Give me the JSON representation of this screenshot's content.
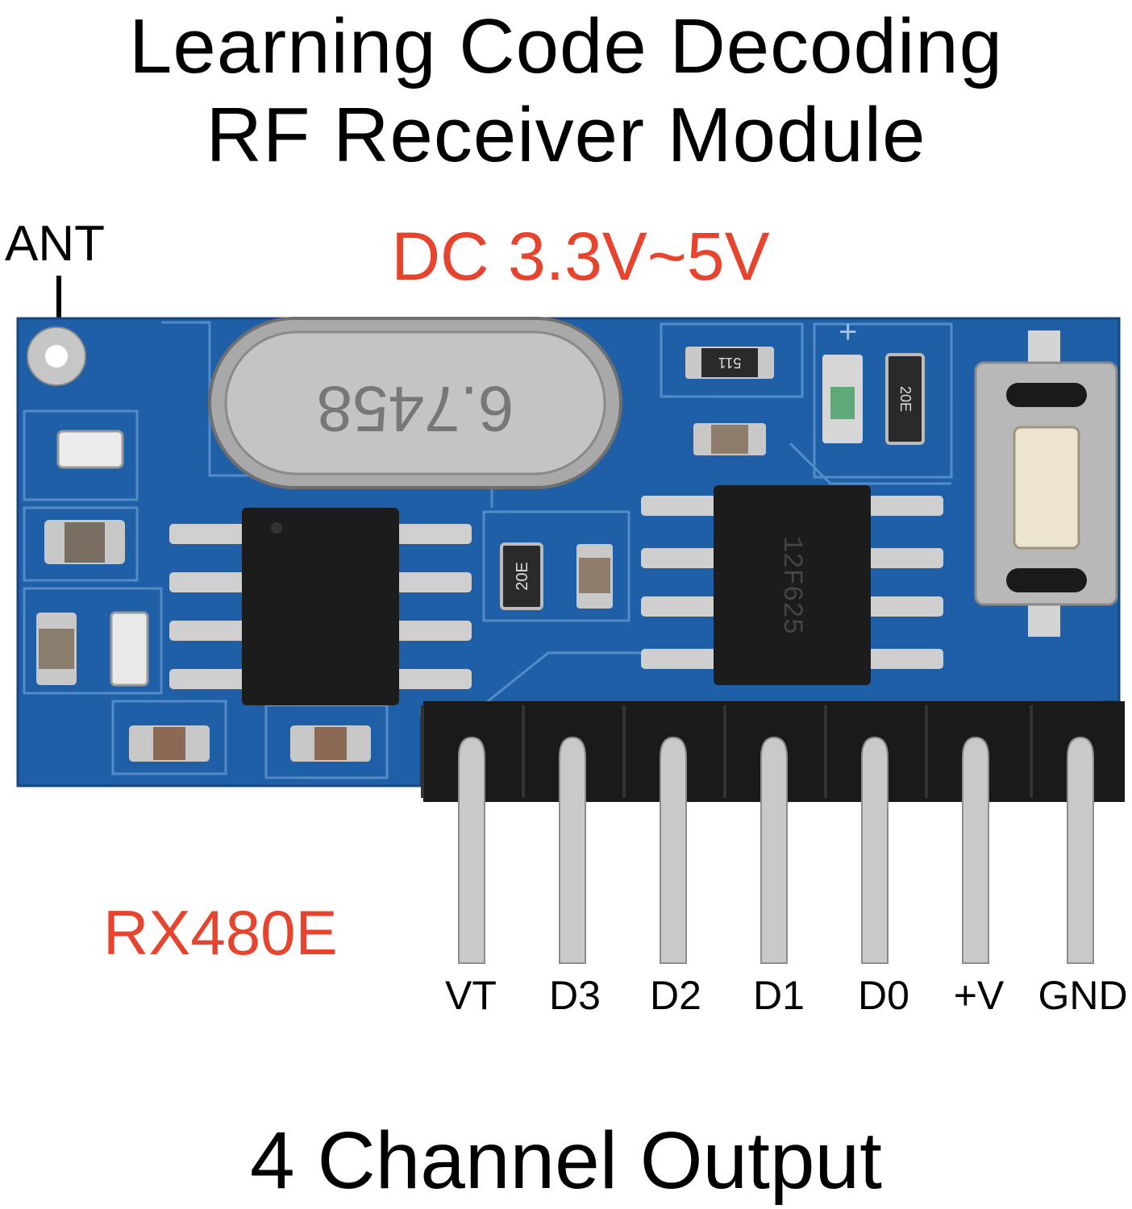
{
  "title": {
    "line1": "Learning Code Decoding",
    "line2": "RF Receiver Module"
  },
  "voltage": "DC 3.3V~5V",
  "antenna_label": "ANT",
  "model": "RX480E",
  "crystal_marking": "6.7458",
  "chip_marking": "12F625",
  "resistor_markings": [
    "511",
    "20E",
    "20E"
  ],
  "pins": [
    "VT",
    "D3",
    "D2",
    "D1",
    "D0",
    "+V",
    "GND"
  ],
  "bottom_title": "4 Channel Output",
  "colors": {
    "pcb": "#1f5fa8",
    "pcb_dark": "#174b8a",
    "accent_text": "#e8432c",
    "header_plastic": "#1a1a1a",
    "pin_metal": "#c9c9c9"
  }
}
